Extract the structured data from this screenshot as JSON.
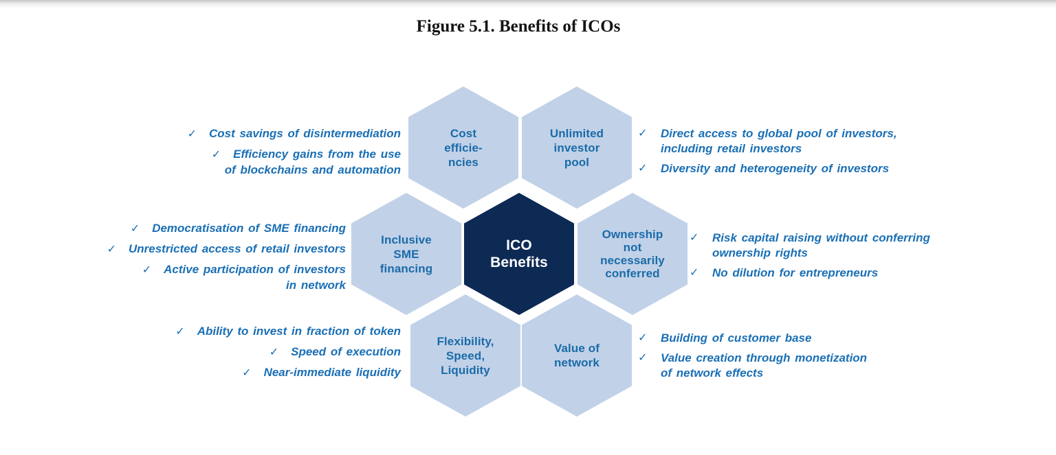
{
  "page": {
    "title": "Figure 5.1. Benefits of ICOs"
  },
  "colors": {
    "hex_fill_light": "#c1d1e8",
    "hex_fill_dark": "#0d2a55",
    "hex_label_blue": "#1a6ba8",
    "bullet_text_blue": "#1a6fb5",
    "center_label_white": "#ffffff",
    "title_black": "#141414"
  },
  "check_glyph": "✓",
  "hexagons": {
    "cost": {
      "label": "Cost\nefficie-\nncies"
    },
    "unlimited": {
      "label": "Unlimited\ninvestor\npool"
    },
    "inclusive": {
      "label": "Inclusive\nSME\nfinancing"
    },
    "center": {
      "label": "ICO\nBenefits"
    },
    "ownership": {
      "label": "Ownership\nnot\nnecessarily\nconferred"
    },
    "flexibility": {
      "label": "Flexibility,\nSpeed,\nLiquidity"
    },
    "value": {
      "label": "Value of\nnetwork"
    }
  },
  "bullets": {
    "top_left": {
      "items": [
        "Cost savings of disintermediation",
        "Efficiency gains from the use\nof blockchains and automation"
      ]
    },
    "middle_left": {
      "items": [
        "Democratisation of SME financing",
        "Unrestricted access of retail investors",
        "Active participation of investors\nin network"
      ]
    },
    "bottom_left": {
      "items": [
        "Ability to invest in fraction of token",
        "Speed of execution",
        "Near-immediate liquidity"
      ]
    },
    "top_right": {
      "items": [
        "Direct access to global pool of investors,\nincluding retail investors",
        "Diversity and heterogeneity of investors"
      ]
    },
    "middle_right": {
      "items": [
        "Risk capital raising without conferring\nownership rights",
        "No dilution for entrepreneurs"
      ]
    },
    "bottom_right": {
      "items": [
        "Building of customer base",
        "Value creation through monetization\nof network effects"
      ]
    }
  }
}
